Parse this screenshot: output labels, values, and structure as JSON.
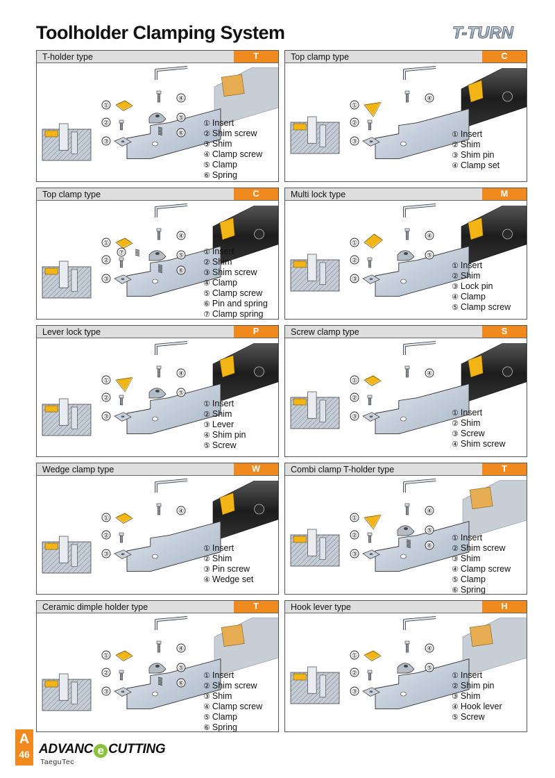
{
  "page": {
    "title": "Toolholder Clamping System",
    "brand": "T-TURN",
    "section_letter": "A",
    "page_number": "46",
    "footer_logo_left": "ADVANC",
    "footer_logo_e": "e",
    "footer_logo_right": "CUTTING",
    "footer_company": "TaeguTec",
    "colors": {
      "accent": "#f08a1e",
      "insert": "#f3b416",
      "steel": "#b9c6d8",
      "header": "#dedede"
    }
  },
  "panels": [
    {
      "title": "T-holder type",
      "code": "T",
      "items": [
        {
          "num": "①",
          "label": "Insert"
        },
        {
          "num": "②",
          "label": "Shim screw"
        },
        {
          "num": "③",
          "label": "Shim"
        },
        {
          "num": "④",
          "label": "Clamp screw"
        },
        {
          "num": "⑤",
          "label": "Clamp"
        },
        {
          "num": "⑥",
          "label": "Spring"
        }
      ]
    },
    {
      "title": "Top clamp type",
      "code": "C",
      "items": [
        {
          "num": "①",
          "label": "Insert"
        },
        {
          "num": "②",
          "label": "Shim"
        },
        {
          "num": "③",
          "label": "Shim pin"
        },
        {
          "num": "④",
          "label": "Clamp set"
        }
      ]
    },
    {
      "title": "Top clamp type",
      "code": "C",
      "items": [
        {
          "num": "①",
          "label": "Insert"
        },
        {
          "num": "②",
          "label": "Shim"
        },
        {
          "num": "③",
          "label": "Shim screw"
        },
        {
          "num": "④",
          "label": "Clamp"
        },
        {
          "num": "⑤",
          "label": "Clamp screw"
        },
        {
          "num": "⑥",
          "label": "Pin and spring"
        },
        {
          "num": "⑦",
          "label": "Clamp spring"
        }
      ]
    },
    {
      "title": "Multi lock type",
      "code": "M",
      "items": [
        {
          "num": "①",
          "label": "Insert"
        },
        {
          "num": "②",
          "label": "Shim"
        },
        {
          "num": "③",
          "label": "Lock pin"
        },
        {
          "num": "④",
          "label": "Clamp"
        },
        {
          "num": "⑤",
          "label": "Clamp screw"
        }
      ]
    },
    {
      "title": "Lever lock type",
      "code": "P",
      "items": [
        {
          "num": "①",
          "label": "Insert"
        },
        {
          "num": "②",
          "label": "Shim"
        },
        {
          "num": "③",
          "label": "Lever"
        },
        {
          "num": "④",
          "label": "Shim pin"
        },
        {
          "num": "⑤",
          "label": "Screw"
        }
      ]
    },
    {
      "title": "Screw clamp type",
      "code": "S",
      "items": [
        {
          "num": "①",
          "label": "Insert"
        },
        {
          "num": "②",
          "label": "Shim"
        },
        {
          "num": "③",
          "label": "Screw"
        },
        {
          "num": "④",
          "label": "Shim screw"
        }
      ]
    },
    {
      "title": "Wedge clamp type",
      "code": "W",
      "items": [
        {
          "num": "①",
          "label": "Insert"
        },
        {
          "num": "②",
          "label": "Shim"
        },
        {
          "num": "③",
          "label": "Pin screw"
        },
        {
          "num": "④",
          "label": "Wedge set"
        }
      ]
    },
    {
      "title": "Combi clamp T-holder type",
      "code": "T",
      "items": [
        {
          "num": "①",
          "label": "Insert"
        },
        {
          "num": "②",
          "label": "Shim screw"
        },
        {
          "num": "③",
          "label": "Shim"
        },
        {
          "num": "④",
          "label": "Clamp screw"
        },
        {
          "num": "⑤",
          "label": "Clamp"
        },
        {
          "num": "⑥",
          "label": "Spring"
        }
      ]
    },
    {
      "title": "Ceramic dimple holder type",
      "code": "T",
      "items": [
        {
          "num": "①",
          "label": "Insert"
        },
        {
          "num": "②",
          "label": "Shim screw"
        },
        {
          "num": "③",
          "label": "Shim"
        },
        {
          "num": "④",
          "label": "Clamp screw"
        },
        {
          "num": "⑤",
          "label": "Clamp"
        },
        {
          "num": "⑥",
          "label": "Spring"
        }
      ]
    },
    {
      "title": "Hook lever type",
      "code": "H",
      "items": [
        {
          "num": "①",
          "label": "Insert"
        },
        {
          "num": "②",
          "label": "Shim pin"
        },
        {
          "num": "③",
          "label": "Shim"
        },
        {
          "num": "④",
          "label": "Hook lever"
        },
        {
          "num": "⑤",
          "label": "Screw"
        }
      ]
    }
  ]
}
